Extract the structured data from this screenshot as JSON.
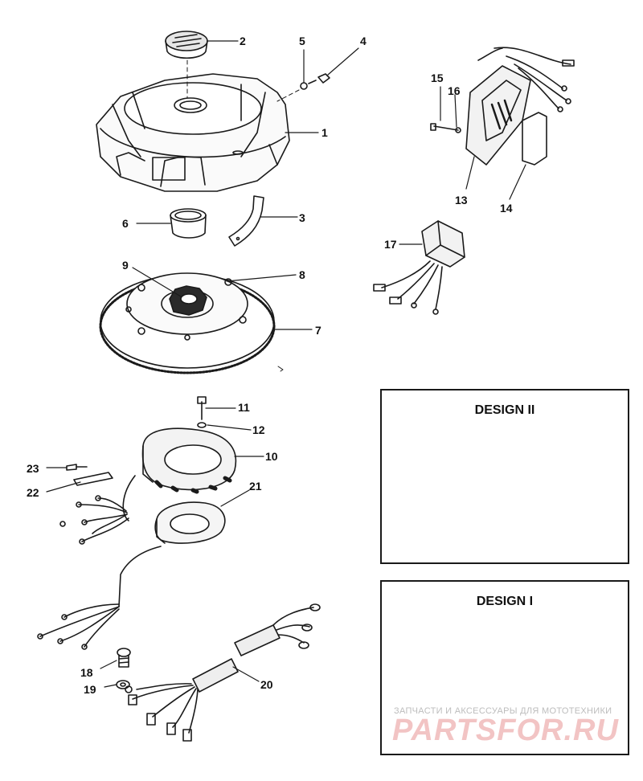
{
  "callouts": {
    "c1": "1",
    "c2": "2",
    "c3": "3",
    "c4": "4",
    "c5": "5",
    "c6": "6",
    "c7": "7",
    "c8": "8",
    "c9": "9",
    "c10": "10",
    "c11": "11",
    "c12": "12",
    "c13": "13",
    "c14": "14",
    "c15": "15",
    "c16": "16",
    "c17": "17",
    "c18": "18",
    "c19": "19",
    "c20": "20",
    "c21": "21",
    "c22": "22",
    "c23": "23"
  },
  "design_boxes": {
    "design_ii": "DESIGN II",
    "design_i": "DESIGN I"
  },
  "watermark": {
    "top_text": "ЗАПЧАСТИ И АКСЕССУАРЫ ДЛЯ МОТОТЕХНИКИ",
    "bottom_text": "PARTSFOR.RU"
  },
  "colors": {
    "line": "#1a1a1a",
    "watermark_red": "#f2c4c4",
    "watermark_gray": "#bdbdbd"
  }
}
